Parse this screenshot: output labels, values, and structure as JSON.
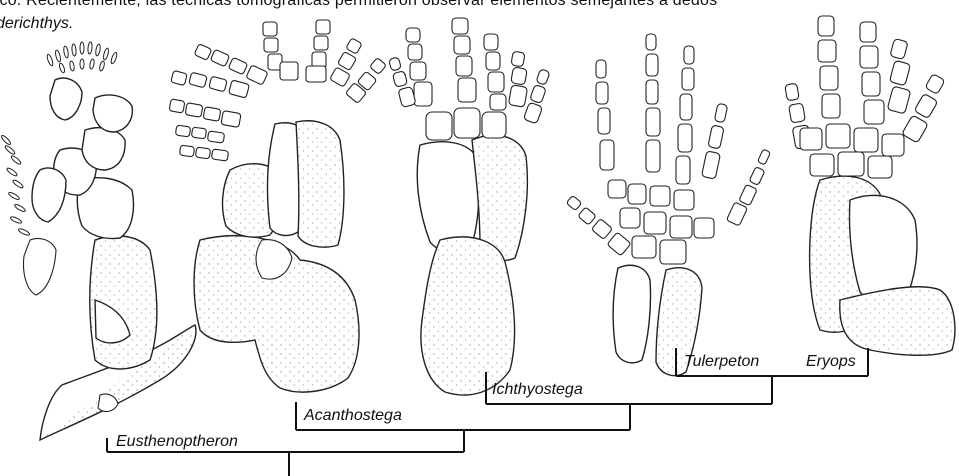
{
  "caption": {
    "line1": "ático. Recientemente, las técnicas tomográficas permitieron observar elementos semejantes a dedos",
    "line2": "derichthys."
  },
  "taxa": {
    "eusthenopteron": "Eusthenoptheron",
    "acanthostega": "Acanthostega",
    "ichthyostega": "Ichthyostega",
    "tulerpeton": "Tulerpeton",
    "eryops": "Eryops"
  },
  "colors": {
    "ink": "#111111",
    "paper": "#ffffff"
  }
}
